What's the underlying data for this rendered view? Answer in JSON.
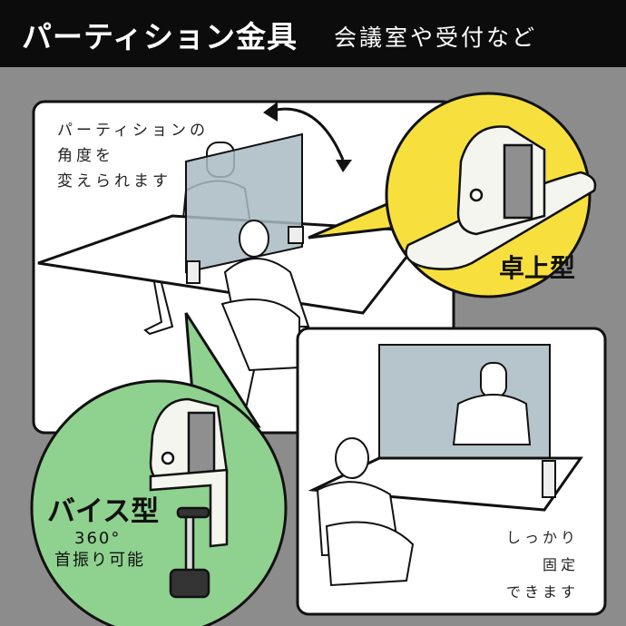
{
  "header": {
    "title": "パーティション金具",
    "subtitle": "会議室や受付など"
  },
  "scene_top": {
    "note_lines": [
      "パーティションの",
      "角度を",
      "変えられます"
    ]
  },
  "callout_desk": {
    "label": "卓上型"
  },
  "callout_vise": {
    "label": "バイス型",
    "caption_lines": [
      "360°",
      "首振り可能"
    ]
  },
  "scene_bottom": {
    "note_lines": [
      "しっかり",
      "固定",
      "できます"
    ]
  }
}
